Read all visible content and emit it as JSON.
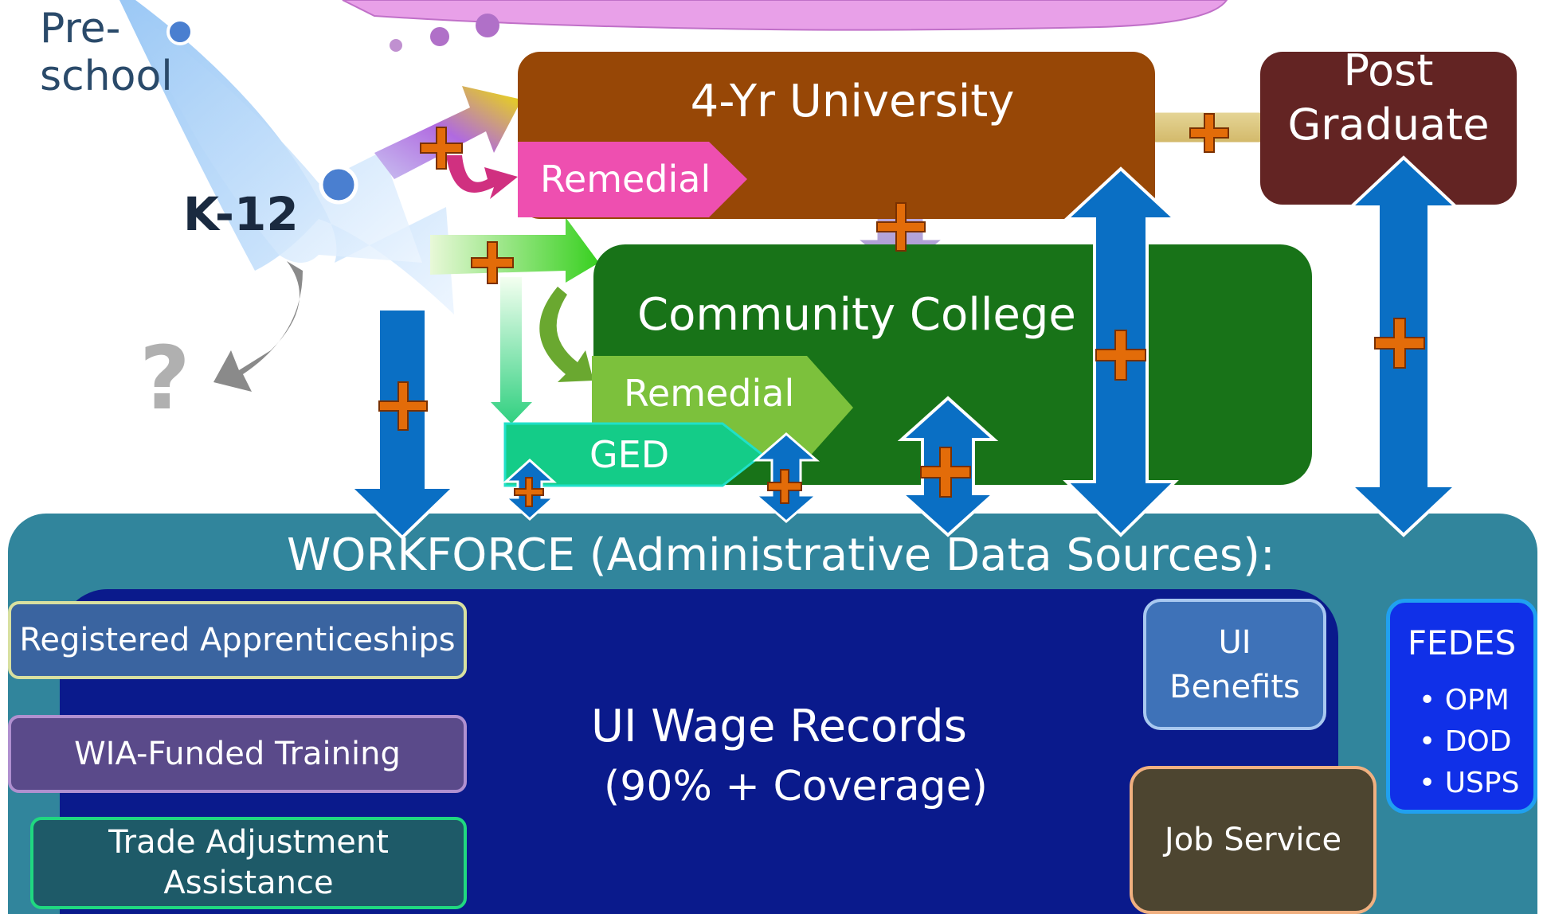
{
  "education": {
    "preschool_line1": "Pre-",
    "preschool_line2": "school",
    "k12": "K-12",
    "question": "?",
    "university": "4-Yr University",
    "university_remedial": "Remedial",
    "post_graduate_line1": "Post",
    "post_graduate_line2": "Graduate",
    "community_college": "Community College",
    "cc_remedial": "Remedial",
    "ged": "GED"
  },
  "workforce": {
    "title": "WORKFORCE (Administrative Data Sources):",
    "wage_records_line1": "UI Wage Records",
    "wage_records_line2": "(90% + Coverage)",
    "registered_apprenticeships": "Registered Apprenticeships",
    "wia_training": "WIA-Funded Training",
    "trade_adjustment_line1": "Trade Adjustment",
    "trade_adjustment_line2": "Assistance",
    "ui_benefits_line1": "UI",
    "ui_benefits_line2": "Benefits",
    "job_service": "Job Service",
    "fedes_title": "FEDES",
    "fedes_items": [
      "OPM",
      "DOD",
      "USPS"
    ]
  },
  "colors": {
    "university": "#974706",
    "remedial_pink": "#ee4fb0",
    "post_graduate": "#632423",
    "community_college": "#187318",
    "cc_remedial": "#7cc13c",
    "ged": "#14cc88",
    "workforce_bg": "#31859c",
    "wage_records": "#0a1a8c",
    "arrow_blue": "#0a6fc4",
    "plus_orange": "#e36c09",
    "fedes": "#1030e8"
  }
}
